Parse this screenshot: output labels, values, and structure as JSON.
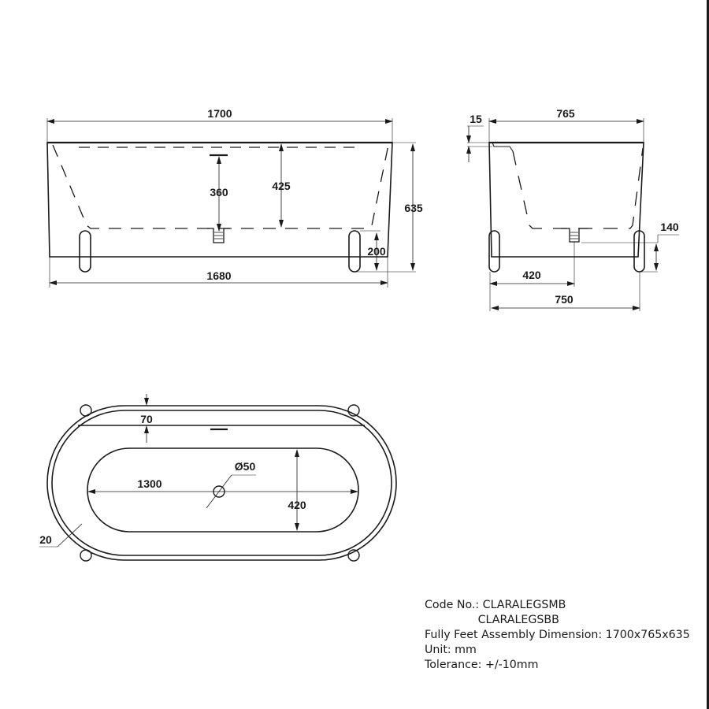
{
  "drawing": {
    "front_view": {
      "overall_length": "1700",
      "inner_depth": "425",
      "overflow_to_waste": "360",
      "overall_height": "635",
      "foot_height": "200",
      "base_length": "1680"
    },
    "side_view": {
      "lip": "15",
      "overall_width": "765",
      "waste_height": "140",
      "waste_offset": "420",
      "base_width": "750"
    },
    "plan_view": {
      "overflow_offset": "70",
      "waste_diameter": "Ø50",
      "inner_length": "1300",
      "inner_width": "420",
      "rim_thickness": "20"
    }
  },
  "info": {
    "code_label": "Code No.: CLARALEGSMB",
    "code_second": "               CLARALEGSBB",
    "assembly": "Fully Feet Assembly Dimension: 1700x765x635",
    "unit": "Unit: mm",
    "tolerance": "Tolerance: +/-10mm"
  },
  "colors": {
    "line": "#1a1a1a",
    "background": "#ffffff"
  }
}
